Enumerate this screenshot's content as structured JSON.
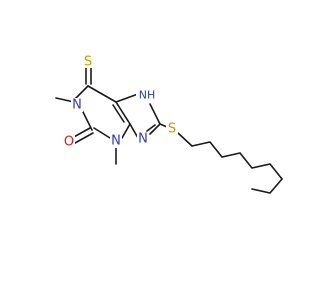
{
  "molecule": {
    "atoms": {
      "S_thione": {
        "text": "S",
        "color": "#b8a400"
      },
      "N1": {
        "text": "N",
        "color": "#2c3cb8"
      },
      "N3": {
        "text": "N",
        "color": "#2c3cb8"
      },
      "N7": {
        "text": "NH",
        "color": "#2c3cb8"
      },
      "N9": {
        "text": "N",
        "color": "#2c3cb8"
      },
      "O2": {
        "text": "O",
        "color": "#d02020"
      },
      "S_thioether": {
        "text": "S",
        "color": "#b8a400"
      }
    },
    "bond_color": "#1a1a1a"
  }
}
